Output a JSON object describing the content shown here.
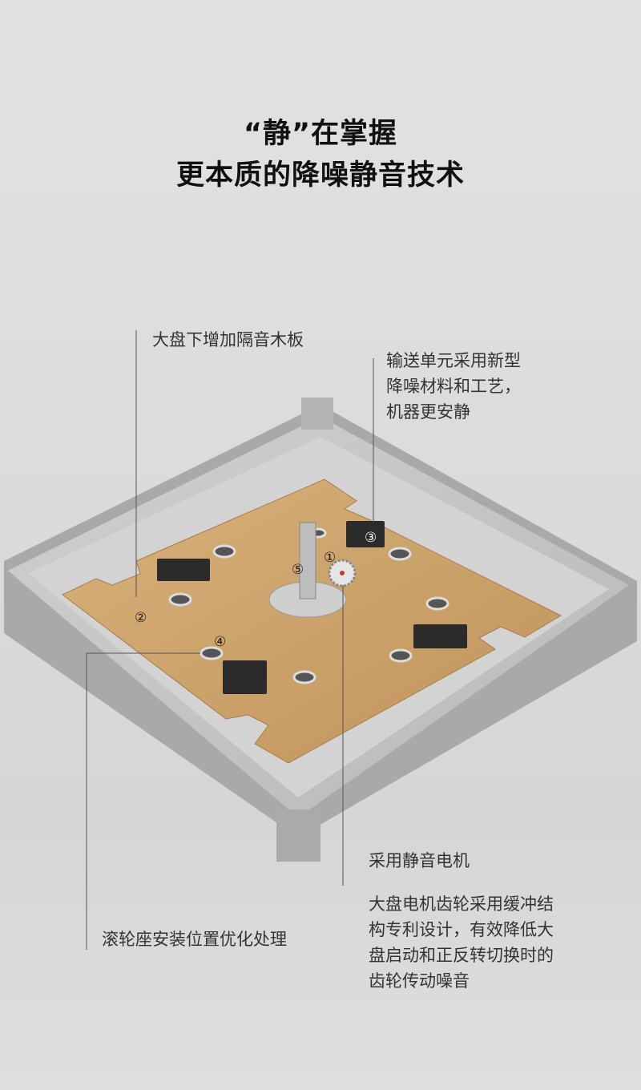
{
  "title": {
    "line1": "“静”在掌握",
    "line2": "更本质的降噪静音技术"
  },
  "callouts": {
    "soundproof_board": "大盘下增加隔音木板",
    "conveyor": [
      "输送单元采用新型",
      "降噪材料和工艺，",
      "机器更安静"
    ],
    "roller_seat": "滚轮座安装位置优化处理",
    "motor_title": "采用静音电机",
    "motor_desc": [
      "大盘电机齿轮采用缓冲结",
      "构专利设计，有效降低大",
      "盘启动和正反转切换时的",
      "齿轮传动噪音"
    ]
  },
  "markers": [
    "①",
    "②",
    "③",
    "④",
    "⑤"
  ],
  "colors": {
    "wood": "#c9a06a",
    "tray": "#c4c4c4",
    "pad": "#2b2b2b"
  }
}
